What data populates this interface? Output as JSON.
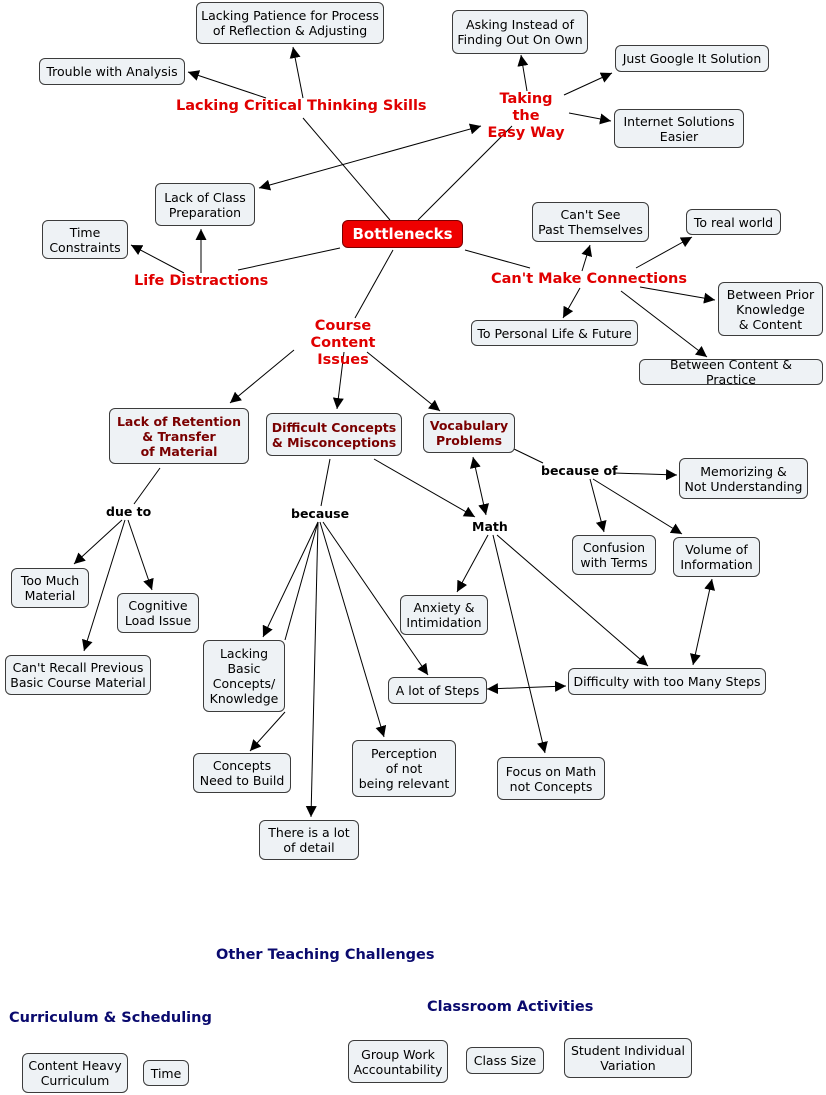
{
  "root": "Bottlenecks",
  "branches": {
    "critical": "Lacking Critical Thinking Skills",
    "easy": "Taking the\nEasy Way",
    "life": "Life Distractions",
    "connections": "Can't Make Connections",
    "course": "Course Content\nIssues"
  },
  "linking_phrases": {
    "due_to": "due to",
    "because": "because",
    "math": "Math",
    "because_of": "because of"
  },
  "nodes": {
    "lacking_patience": "Lacking Patience for Process\nof Reflection & Adjusting",
    "trouble_analysis": "Trouble with Analysis",
    "asking_instead": "Asking Instead of\nFinding Out On Own",
    "just_google": "Just Google It Solution",
    "internet_solutions": "Internet Solutions\nEasier",
    "lack_class_prep": "Lack of Class\nPreparation",
    "time_constraints": "Time\nConstraints",
    "cant_see_past": "Can't See\nPast Themselves",
    "to_real_world": "To real world",
    "between_prior": "Between Prior\nKnowledge\n& Content",
    "to_personal": "To Personal Life & Future",
    "between_content": "Between Content & Practice",
    "lack_retention": "Lack of Retention\n& Transfer\nof Material",
    "difficult_concepts": "Difficult Concepts\n& Misconceptions",
    "vocab_problems": "Vocabulary\nProblems",
    "memorizing": "Memorizing &\nNot Understanding",
    "confusion_terms": "Confusion\nwith Terms",
    "volume_info": "Volume of\nInformation",
    "too_much": "Too Much\nMaterial",
    "cognitive_load": "Cognitive\nLoad Issue",
    "cant_recall": "Can't Recall Previous\nBasic Course Material",
    "anxiety": "Anxiety &\nIntimidation",
    "lacking_basic": "Lacking\nBasic\nConcepts/\nKnowledge",
    "lot_of_steps": "A lot of Steps",
    "difficulty_steps": "Difficulty with too Many Steps",
    "concepts_build": "Concepts\nNeed to Build",
    "perception": "Perception\nof not\nbeing relevant",
    "focus_math": "Focus on Math\nnot Concepts",
    "lot_of_detail": "There is a lot\nof detail"
  },
  "other": {
    "title": "Other Teaching Challenges",
    "curriculum_title": "Curriculum & Scheduling",
    "classroom_title": "Classroom Activities",
    "content_heavy": "Content Heavy\nCurriculum",
    "time": "Time",
    "group_work": "Group Work\nAccountability",
    "class_size": "Class Size",
    "student_variation": "Student Individual\nVariation"
  },
  "colors": {
    "root_fill": "#ee0000",
    "branch_text": "#e00000",
    "dark_red_text": "#7a0000",
    "section_text": "#0a0a6e",
    "node_fill": "#eef2f5"
  }
}
